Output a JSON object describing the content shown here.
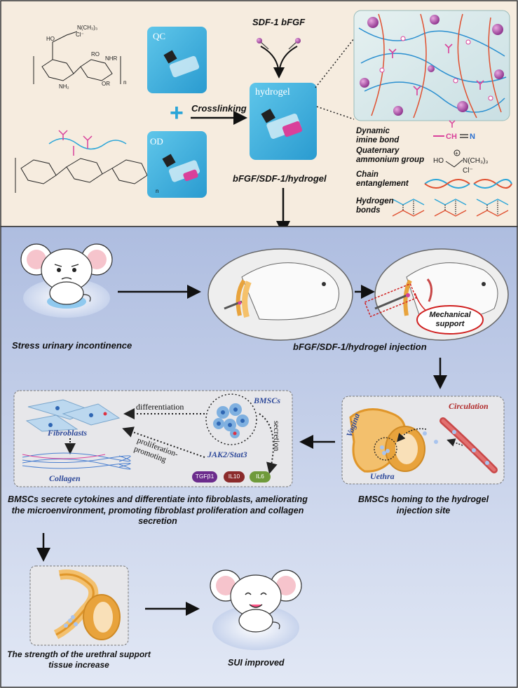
{
  "top": {
    "vial_qc_label": "QC",
    "vial_od_label": "OD",
    "vial_hydrogel_label": "hydrogel",
    "crosslinking_label": "Crosslinking",
    "plus_sign": "+",
    "growth_factors_label": "SDF-1 bFGF",
    "hydrogel_name": "bFGF/SDF-1/hydrogel",
    "chem_qc_n": "n",
    "chem_od_n": "n",
    "legend": {
      "dynamic_imine_bond": "Dynamic imine bond",
      "quaternary_ammonium": "Quaternary ammonium group",
      "chain_entanglement": "Chain entanglement",
      "hydrogen_bonds": "Hydrogen bonds"
    }
  },
  "bottom": {
    "sui_label": "Stress urinary incontinence",
    "injection_label": "bFGF/SDF-1/hydrogel injection",
    "mechanical_support": "Mechanical support",
    "circulation": "Circulation",
    "vagina": "Vagina",
    "urethra": "Uethra",
    "homing_caption": "BMSCs homing to the hydrogel injection site",
    "bmscs": "BMSCs",
    "differentiation": "differentiation",
    "secretion": "secretion",
    "proliferation_promoting": "proliferation-promoting",
    "fibroblasts": "Fibroblasts",
    "collagen": "Collagen",
    "jak_stat": "JAK2/Stat3",
    "cytokines": [
      "TGFβ1",
      "IL10",
      "IL6"
    ],
    "secrete_caption": "BMSCs secrete cytokines and differentiate into fibroblasts, ameliorating the microenvironment, promoting fibroblast proliferation and collagen secretion",
    "strength_caption": "The strength of the urethral support tissue increase",
    "improved_caption": "SUI improved"
  },
  "colors": {
    "top_panel": "#f6ecdf",
    "bottom_panel_top": "#b7c4e3",
    "bottom_panel_bottom": "#dfe6f4",
    "accent_pink": "#d9409a",
    "accent_blue": "#2aa5d8",
    "urethra_orange": "#e8a33c",
    "collagen_blue": "#4a7fd0"
  }
}
